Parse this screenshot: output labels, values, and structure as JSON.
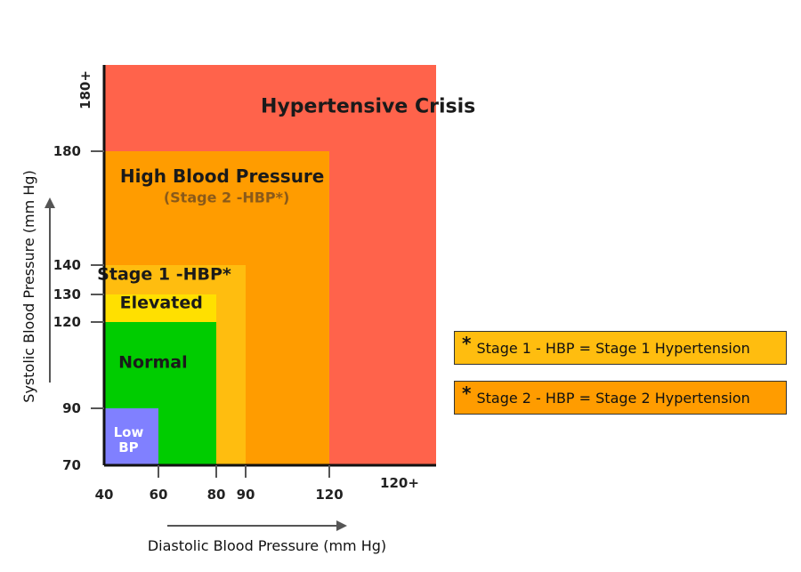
{
  "chart_data": {
    "type": "area",
    "xlabel": "Diastolic Blood Pressure (mm Hg)",
    "ylabel": "Systolic Blood Pressure (mm Hg)",
    "x_ticks": [
      {
        "label": "40",
        "value": 40
      },
      {
        "label": "60",
        "value": 60
      },
      {
        "label": "80",
        "value": 80
      },
      {
        "label": "90",
        "value": 90
      },
      {
        "label": "120",
        "value": 120
      },
      {
        "label": "120+",
        "value": 150
      }
    ],
    "y_ticks": [
      {
        "label": "70",
        "value": 70
      },
      {
        "label": "90",
        "value": 90
      },
      {
        "label": "120",
        "value": 120
      },
      {
        "label": "130",
        "value": 130
      },
      {
        "label": "140",
        "value": 140
      },
      {
        "label": "180",
        "value": 180
      },
      {
        "label": "180+",
        "value": 210
      }
    ],
    "zones": [
      {
        "name": "Hypertensive Crisis",
        "sub": "",
        "x_max": 160,
        "y_max": 215,
        "color": "#ff634b",
        "text_color": "#1a1a1a",
        "label_x": 137,
        "label_y": 200,
        "font": 22
      },
      {
        "name": "High Blood Pressure",
        "sub": "(Stage 2 -HBP*)",
        "x_max": 120,
        "y_max": 180,
        "color": "#ff9c00",
        "text_color": "#1a1a1a",
        "sub_color": "#8a5a1a",
        "label_x": 82,
        "label_y": 169,
        "sub_y": 162,
        "font": 20
      },
      {
        "name": "Stage 1 -HBP*",
        "sub": "",
        "x_max": 90,
        "y_max": 140,
        "color": "#ffbd0f",
        "text_color": "#1a1a1a",
        "label_x": 62,
        "label_y": 135,
        "font": 19
      },
      {
        "name": "Elevated",
        "sub": "",
        "x_max": 80,
        "y_max": 130,
        "color": "#ffe000",
        "text_color": "#1a1a1a",
        "label_x": 61,
        "label_y": 125,
        "font": 19
      },
      {
        "name": "Normal",
        "sub": "",
        "x_max": 80,
        "y_max": 120,
        "color": "#00cc00",
        "text_color": "#1a1a1a",
        "label_x": 58,
        "label_y": 104,
        "font": 19
      },
      {
        "name": "Low BP",
        "sub": "",
        "x_max": 60,
        "y_max": 90,
        "color": "#8080ff",
        "text_color": "#ffffff",
        "label_x": 49,
        "label_y": 80,
        "font": 15
      }
    ]
  },
  "legend": [
    {
      "star": "*",
      "text": "Stage 1 - HBP =  Stage 1  Hypertension",
      "color": "#ffbd0f"
    },
    {
      "star": "*",
      "text": "Stage 2 - HBP =  Stage 2  Hypertension",
      "color": "#ff9c00"
    }
  ]
}
